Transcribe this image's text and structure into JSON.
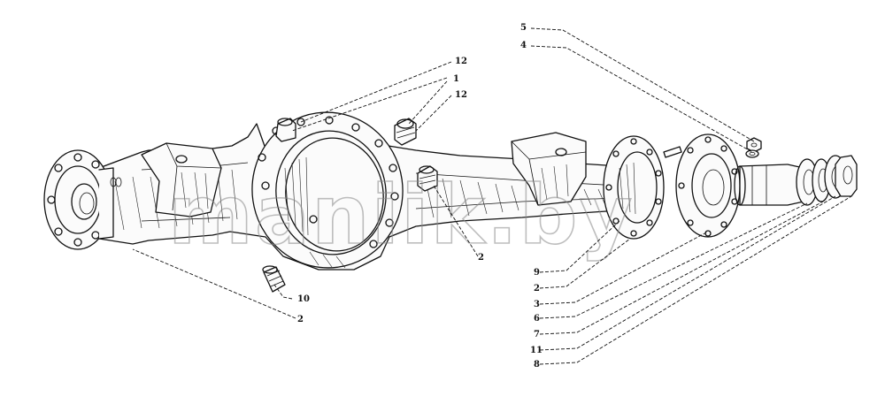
{
  "watermark": "maniik.by",
  "callouts": [
    {
      "id": "c12a",
      "label": "12"
    },
    {
      "id": "c1",
      "label": "1"
    },
    {
      "id": "c12b",
      "label": "12"
    },
    {
      "id": "c5",
      "label": "5"
    },
    {
      "id": "c4",
      "label": "4"
    },
    {
      "id": "c2mid",
      "label": "2"
    },
    {
      "id": "c9",
      "label": "9"
    },
    {
      "id": "c2r",
      "label": "2"
    },
    {
      "id": "c3",
      "label": "3"
    },
    {
      "id": "c6",
      "label": "6"
    },
    {
      "id": "c7",
      "label": "7"
    },
    {
      "id": "c11",
      "label": "11"
    },
    {
      "id": "c8",
      "label": "8"
    },
    {
      "id": "c10",
      "label": "10"
    },
    {
      "id": "c2b",
      "label": "2"
    }
  ]
}
